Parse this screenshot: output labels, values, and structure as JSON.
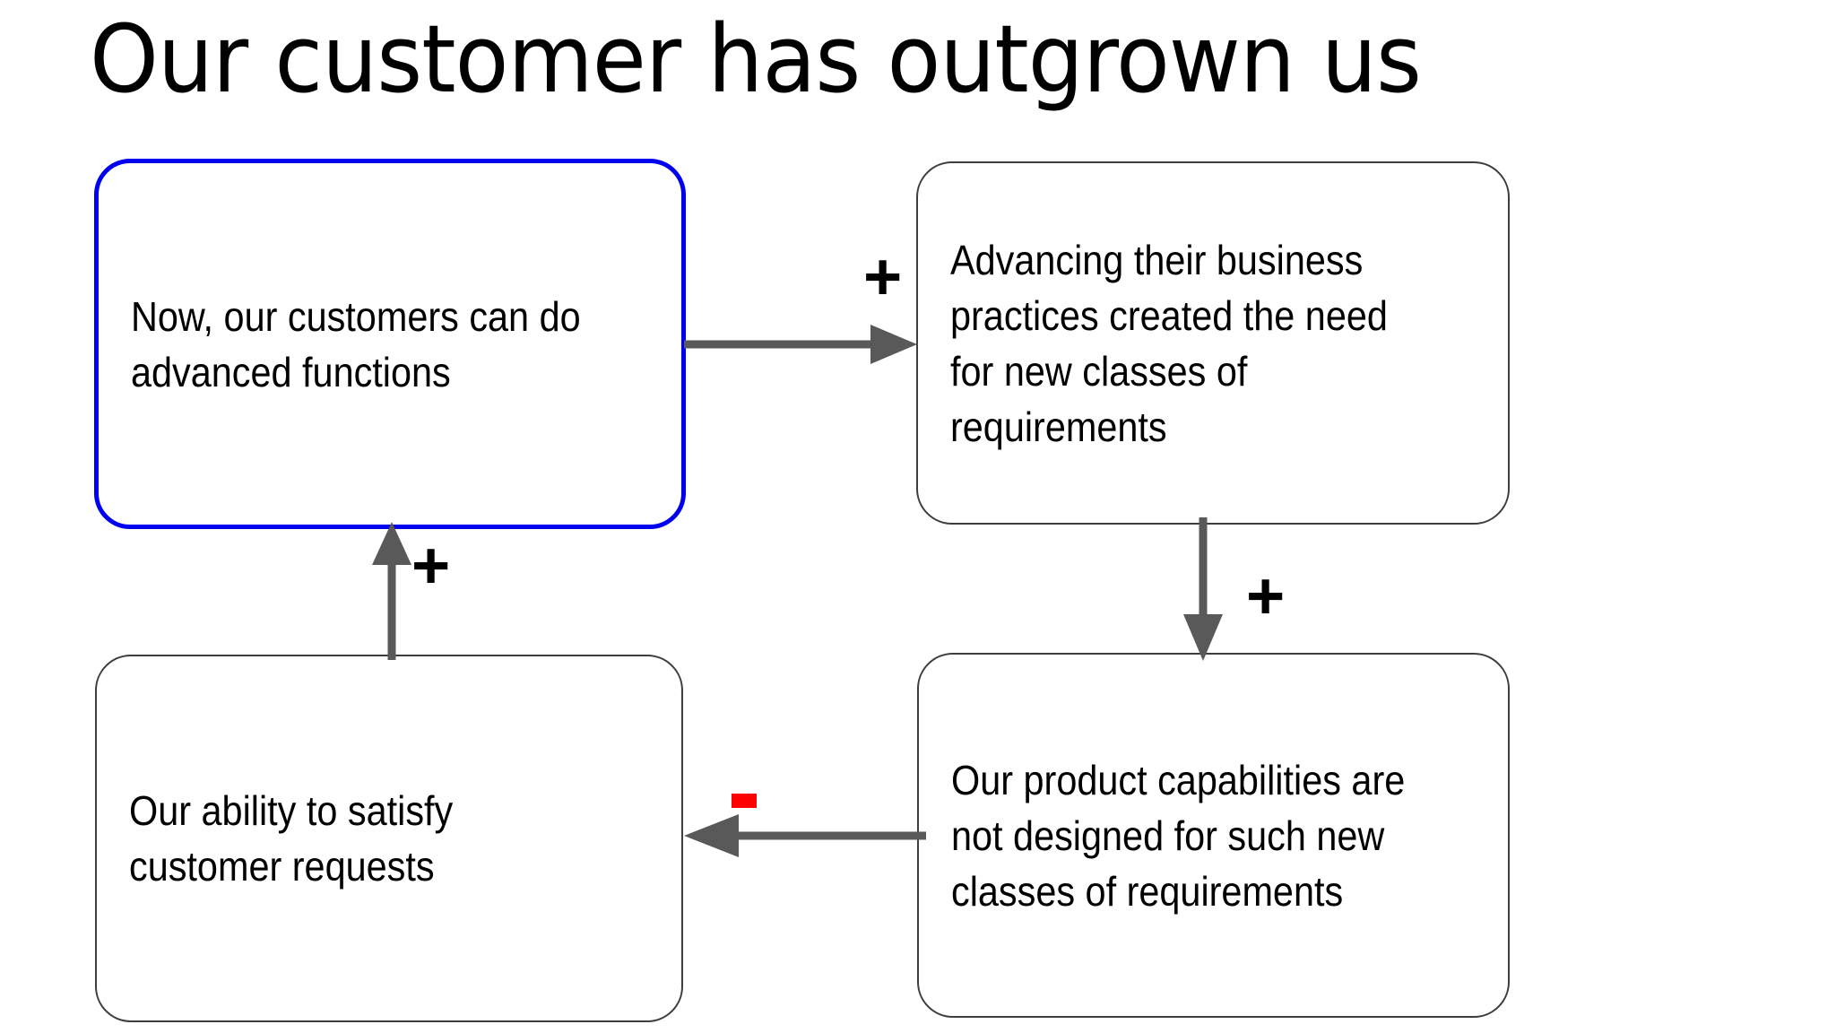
{
  "slide": {
    "title": "Our customer has outgrown us",
    "background_color": "#ffffff"
  },
  "colors": {
    "highlight_border": "#0000ee",
    "plain_border": "#3d3d3d",
    "arrow": "#595959",
    "positive_sign": "#000000",
    "negative_sign": "#ff0000",
    "text": "#000000"
  },
  "diagram": {
    "type": "causal-loop-diagram",
    "nodes": [
      {
        "id": "customers-advanced",
        "text": "Now, our customers can do advanced functions",
        "highlighted": true,
        "position": "top-left"
      },
      {
        "id": "advancing-practices",
        "text": "Advancing their business practices created the need for new classes of requirements",
        "highlighted": false,
        "position": "top-right"
      },
      {
        "id": "ability-satisfy",
        "text": "Our ability to satisfy customer requests",
        "highlighted": false,
        "position": "bottom-left"
      },
      {
        "id": "product-capabilities",
        "text": "Our product capabilities are not designed for such new classes of requirements",
        "highlighted": false,
        "position": "bottom-right"
      }
    ],
    "links": [
      {
        "id": "link-top",
        "from": "customers-advanced",
        "to": "advancing-practices",
        "direction": "right",
        "polarity": "+"
      },
      {
        "id": "link-right",
        "from": "advancing-practices",
        "to": "product-capabilities",
        "direction": "down",
        "polarity": "+"
      },
      {
        "id": "link-bottom",
        "from": "product-capabilities",
        "to": "ability-satisfy",
        "direction": "left",
        "polarity": "-"
      },
      {
        "id": "link-left",
        "from": "ability-satisfy",
        "to": "customers-advanced",
        "direction": "up",
        "polarity": "+"
      }
    ],
    "signs": {
      "plus_top": "+",
      "plus_right": "+",
      "plus_left": "+",
      "minus_bottom": "-"
    }
  }
}
